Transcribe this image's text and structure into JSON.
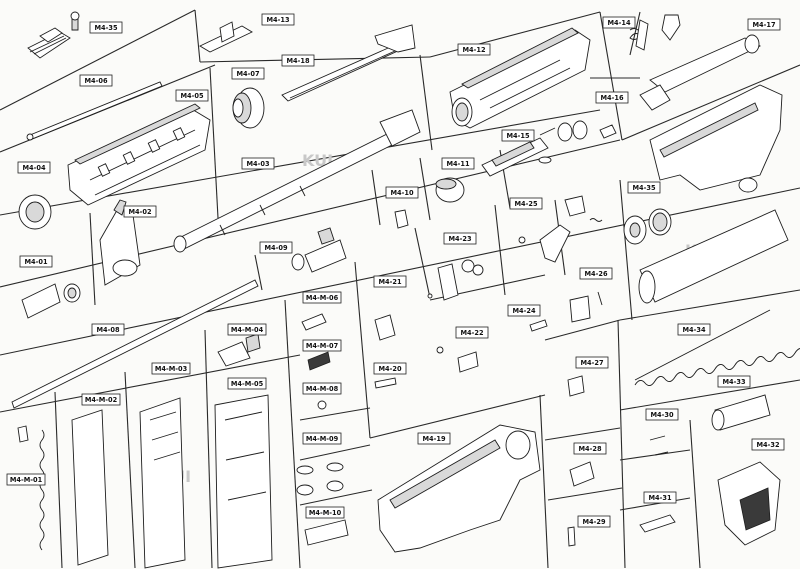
{
  "watermark_text": "KUI",
  "part_labels": {
    "m4_35": "M4-35",
    "m4_13": "M4-13",
    "m4_18": "M4-18",
    "m4_12": "M4-12",
    "m4_14": "M4-14",
    "m4_17": "M4-17",
    "m4_06": "M4-06",
    "m4_07": "M4-07",
    "m4_05": "M4-05",
    "m4_16": "M4-16",
    "m4_15": "M4-15",
    "m4_04": "M4-04",
    "m4_03": "M4-03",
    "m4_11": "M4-11",
    "m4_10": "M4-10",
    "m4_25": "M4-25",
    "m4_35b": "M4-35",
    "m4_02": "M4-02",
    "m4_09": "M4-09",
    "m4_23": "M4-23",
    "m4_01": "M4-01",
    "m4_21": "M4-21",
    "m4_26": "M4-26",
    "m4_m_06": "M4-M-06",
    "m4_24": "M4-24",
    "m4_08": "M4-08",
    "m4_m_04": "M4-M-04",
    "m4_22": "M4-22",
    "m4_34": "M4-34",
    "m4_m_07": "M4-M-07",
    "m4_m_03": "M4-M-03",
    "m4_20": "M4-20",
    "m4_27": "M4-27",
    "m4_m_05": "M4-M-05",
    "m4_m_08": "M4-M-08",
    "m4_33": "M4-33",
    "m4_m_02": "M4-M-02",
    "m4_30": "M4-30",
    "m4_m_09": "M4-M-09",
    "m4_19": "M4-19",
    "m4_32": "M4-32",
    "m4_28": "M4-28",
    "m4_m_01": "M4-M-01",
    "m4_31": "M4-31",
    "m4_m_10": "M4-M-10",
    "m4_29": "M4-29"
  }
}
